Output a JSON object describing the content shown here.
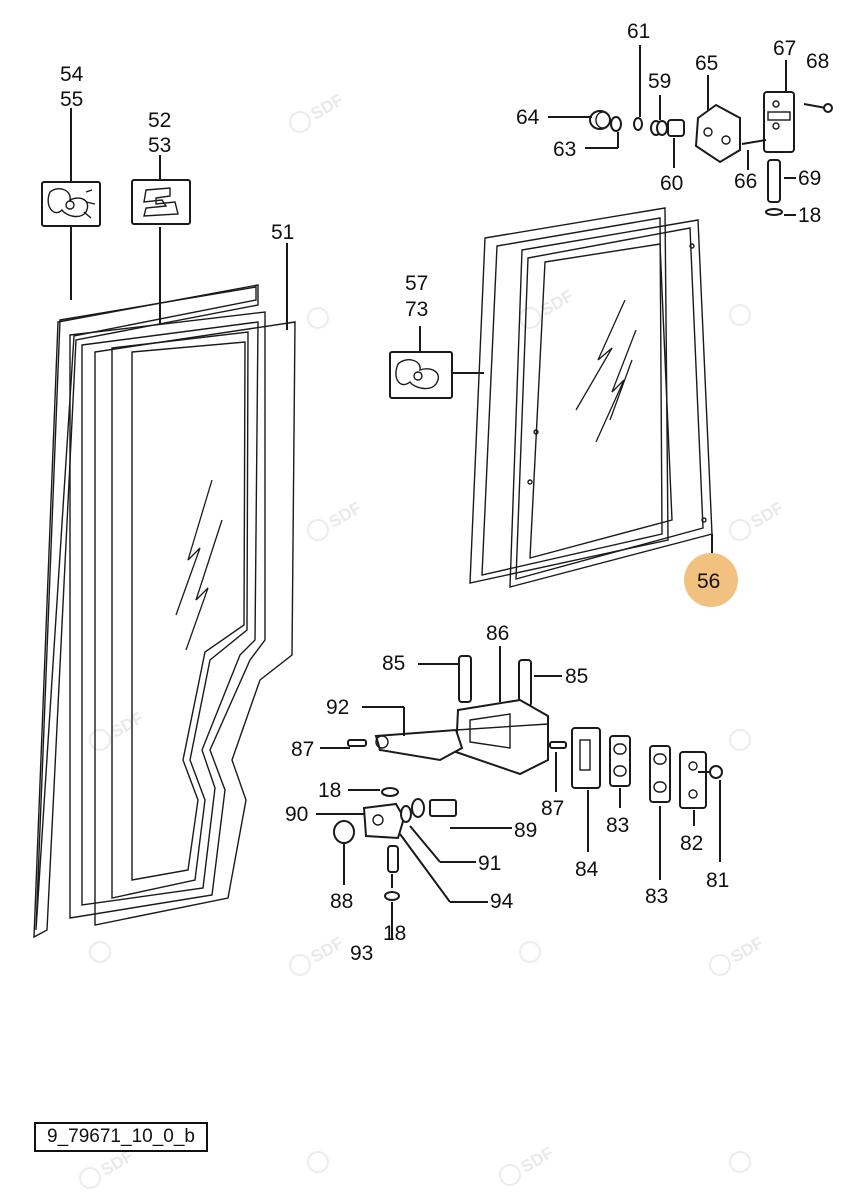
{
  "drawing_reference": "9_79671_10_0_b",
  "watermark": {
    "text": "SDF"
  },
  "highlight": {
    "label": "56",
    "color": "#f3c17f",
    "text_color": "#333333"
  },
  "labels": {
    "l54": "54",
    "l55": "55",
    "l52": "52",
    "l53": "53",
    "l51": "51",
    "l57": "57",
    "l73": "73",
    "l56": "56",
    "l61": "61",
    "l59": "59",
    "l64": "64",
    "l63": "63",
    "l60": "60",
    "l65": "65",
    "l67": "67",
    "l68": "68",
    "l66": "66",
    "l69": "69",
    "l18a": "18",
    "l86": "86",
    "l85a": "85",
    "l85b": "85",
    "l92": "92",
    "l87a": "87",
    "l87b": "87",
    "l18b": "18",
    "l90": "90",
    "l89": "89",
    "l91": "91",
    "l88": "88",
    "l94": "94",
    "l93": "93",
    "l18c": "18",
    "l84": "84",
    "l83a": "83",
    "l83b": "83",
    "l82": "82",
    "l81": "81"
  }
}
